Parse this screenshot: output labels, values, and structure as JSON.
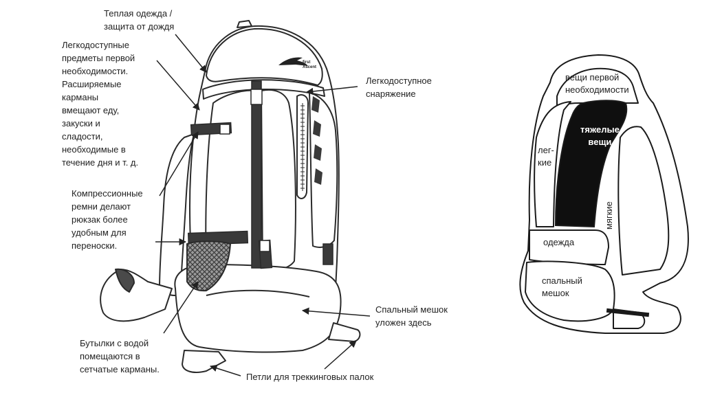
{
  "backpack": {
    "brand": "first Ascent",
    "callouts": {
      "warm_clothes": "Теплая одежда /\nзащита от дождя",
      "accessible_items": "Легкодоступные\nпредметы первой\nнеобходимости.\nРасширяемые\nкарманы\nвмещают еду,\nзакуски и\nсладости,\nнеобходимые в\nтечение дня и т. д.",
      "accessible_gear": "Легкодоступное\nснаряжение",
      "compression": "Компрессионные\nремни делают\nрюкзак более\nудобным для\nпереноски.",
      "sleeping_bag": "Спальный мешок\nуложен здесь",
      "water_bottles": "Бутылки с водой\nпомещаются в\nсетчатые карманы.",
      "trekking_loops": "Петли для треккинговых палок"
    }
  },
  "packing_diagram": {
    "zones": {
      "first_aid": "вещи первой\nнеобходимости",
      "heavy": "тяжелые\nвещи",
      "light": "лег-\nкие",
      "soft": "мягкие",
      "clothes": "одежда",
      "sleeping_bag": "спальный\nмешок"
    }
  }
}
